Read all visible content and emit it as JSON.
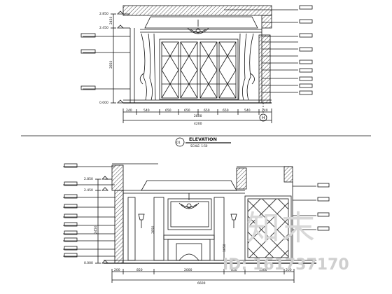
{
  "top_elevation": {
    "levels": [
      "2.850",
      "2.450",
      "0.000"
    ],
    "heights": [
      "2850",
      "2450"
    ],
    "widths": [
      "240",
      "540",
      "650",
      "650",
      "650",
      "650",
      "540",
      "240"
    ],
    "total_width": "4200",
    "inner_width": "2800",
    "grid_marker": "H"
  },
  "caption": {
    "title": "ELEVATION",
    "scale": "SCALE: 1:50",
    "number": "01"
  },
  "bottom_elevation": {
    "levels": [
      "2.850",
      "2.450",
      "0.000"
    ],
    "heights": [
      "2850",
      "2450",
      "1050"
    ],
    "widths": [
      "200",
      "850",
      "2000",
      "850",
      "1300",
      "200"
    ],
    "total_width": "6600"
  },
  "watermark": {
    "brand": "知末",
    "id": "ID: 161737170"
  }
}
